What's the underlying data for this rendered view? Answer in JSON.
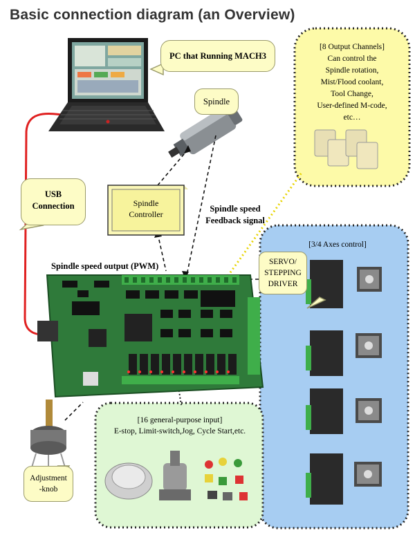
{
  "title": "Basic connection diagram (an Overview)",
  "pc_label": "PC that Running MACH3",
  "spindle_label": "Spindle",
  "usb_label": {
    "line1": "USB",
    "line2": "Connection"
  },
  "controller_label": {
    "line1": "Spindle",
    "line2": "Controller"
  },
  "feedback_label": {
    "line1": "Spindle speed",
    "line2": "Feedback signal"
  },
  "output_channels": {
    "heading": "[8 Output Channels]",
    "lines": [
      "Can control the",
      "Spindle rotation,",
      "Mist/Flood coolant,",
      "Tool Change,",
      "User-defined M-code,",
      "etc…"
    ]
  },
  "axes_label": "[3/4 Axes control]",
  "driver_label": {
    "line1": "SERVO/",
    "line2": "STEPPING",
    "line3": "DRIVER"
  },
  "pwm_label": "Spindle speed output (PWM)",
  "inputs": {
    "heading": "[16 general-purpose input]",
    "line": "E-stop, Limit-switch,Jog, Cycle Start,etc."
  },
  "knob_label": {
    "line1": "Adjustment",
    "line2": "-knob"
  },
  "colors": {
    "callout": "#fdfcc6",
    "yellow_zone": "#fdfaa8",
    "green_zone": "#dff7d4",
    "blue_zone": "#a7cdf2",
    "pcb": "#2f7a3a",
    "usb_cable": "#e02020"
  }
}
